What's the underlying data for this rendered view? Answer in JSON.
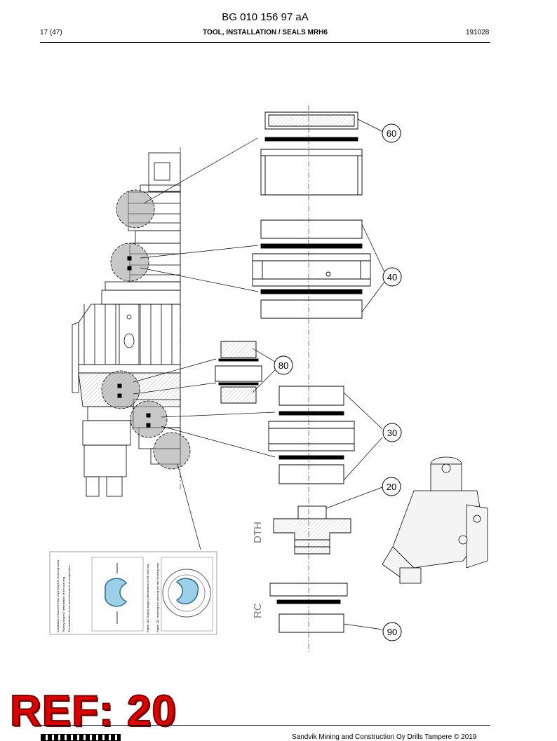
{
  "header": {
    "doc_id": "BG 010 156 97 aA",
    "page": "17 (47)",
    "section_title": "TOOL, INSTALLATION / SEALS MRH6",
    "date_code": "191028"
  },
  "callouts": [
    "60",
    "40",
    "80",
    "30",
    "20",
    "90"
  ],
  "side_labels": {
    "dth": "DTH",
    "rc": "RC"
  },
  "stamp": "REF: 20",
  "footer": {
    "copyright": "Sandvik Mining and Construction Oy Drills Tampere © 2019"
  },
  "inset_manual": {
    "heading": "Installation of Turcon® Roto Glyd Ring® in closed grooves",
    "text_1": "\"Kidney-shaped\" deformation of the seal ring",
    "text_2": "The installation of our seal elements is uncomplicated.",
    "fig_a": "Figure 110: Kidney-shaped deformation of the seal ring",
    "fig_b": "Figure 111: Inserting the seal ring into the closed groove"
  },
  "colors": {
    "stamp_red": "#e00000",
    "seal_blue": "#9ccfe8",
    "detail_gray": "#9a9a9a"
  }
}
